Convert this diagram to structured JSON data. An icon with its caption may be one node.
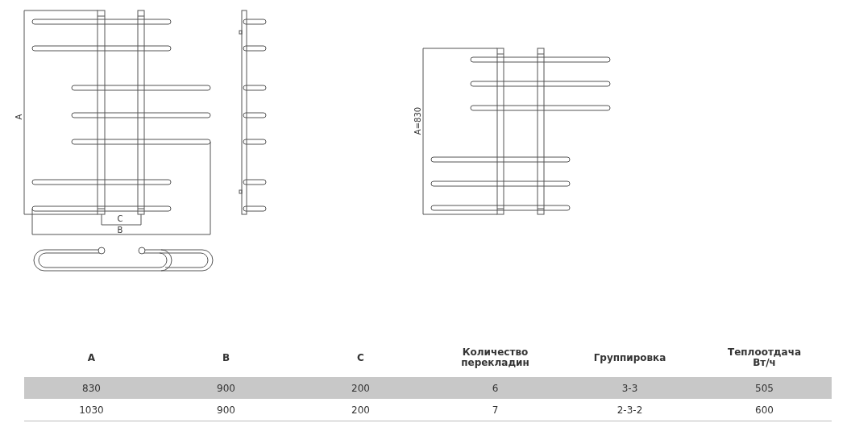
{
  "diagram": {
    "labels": [
      "A",
      "C",
      "B",
      "A=830",
      "A",
      "B",
      "C",
      "Количество перекладин",
      "Группировка",
      "Теплоотдача Вт/ч",
      "830",
      "900",
      "200",
      "6",
      "3-3",
      "505",
      "1030",
      "900",
      "200",
      "7",
      "2-3-2",
      "600"
    ]
  }
}
